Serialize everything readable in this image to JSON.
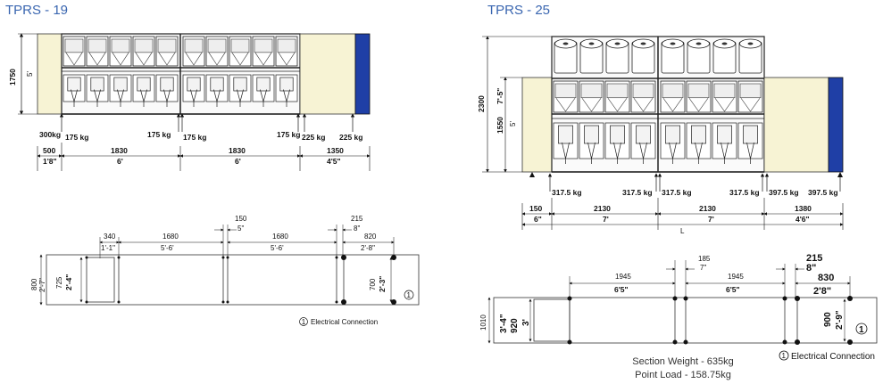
{
  "left": {
    "title": "TPRS - 19",
    "height_mm": "1750",
    "height_ft": "5'",
    "loads": [
      "175 kg",
      "175 kg",
      "175 kg",
      "175 kg",
      "225 kg",
      "225 kg"
    ],
    "load_end": "300kg",
    "widths_mm": [
      "500",
      "1830",
      "1830",
      "1350"
    ],
    "widths_ft": [
      "1'8\"",
      "6'",
      "6'",
      "4'5\""
    ],
    "plan": {
      "dims_mm": [
        "340",
        "1680",
        "150",
        "1680",
        "215",
        "820"
      ],
      "dims_ft": [
        "1'-1\"",
        "5'-6'",
        "5\"",
        "5'-6'",
        "8\"",
        "2'-8\""
      ],
      "height_mm": "800",
      "height_ft": "2'-7\"",
      "inner_mm": "725",
      "inner_ft": "2'-4\"",
      "right_mm": "700",
      "right_ft": "2'-3\"",
      "legend_num": "1",
      "legend_text": "Electrical Connection"
    }
  },
  "right": {
    "title": "TPRS - 25",
    "height_total": "2300",
    "height_mm": "1550",
    "height_ft1": "7'-5\"",
    "height_ft2": "5'",
    "loads": [
      "317.5 kg",
      "317.5 kg",
      "317.5 kg",
      "317.5 kg",
      "397.5 kg",
      "397.5 kg"
    ],
    "widths_mm": [
      "150",
      "2130",
      "2130",
      "1380"
    ],
    "widths_ft": [
      "6\"",
      "7'",
      "7'",
      "4'6\""
    ],
    "length_label": "L",
    "plan": {
      "dims_mm": [
        "1945",
        "185",
        "1945",
        "215",
        "830"
      ],
      "dims_ft": [
        "6'5\"",
        "7\"",
        "6'5\"",
        "8\"",
        "2'8\""
      ],
      "height_mm": "1010",
      "height_ft": "3'-4\"",
      "inner_mm": "920",
      "inner_ft": "3'",
      "right_mm": "900",
      "right_ft": "2'-9\"",
      "legend_num": "1",
      "legend_text": "Electrical Connection"
    },
    "section_weight": "Section Weight - 635kg",
    "point_load": "Point Load - 158.75kg"
  },
  "colors": {
    "title": "#3a66b0",
    "cream": "#f7f3d4",
    "blue": "#1f3fa6"
  }
}
